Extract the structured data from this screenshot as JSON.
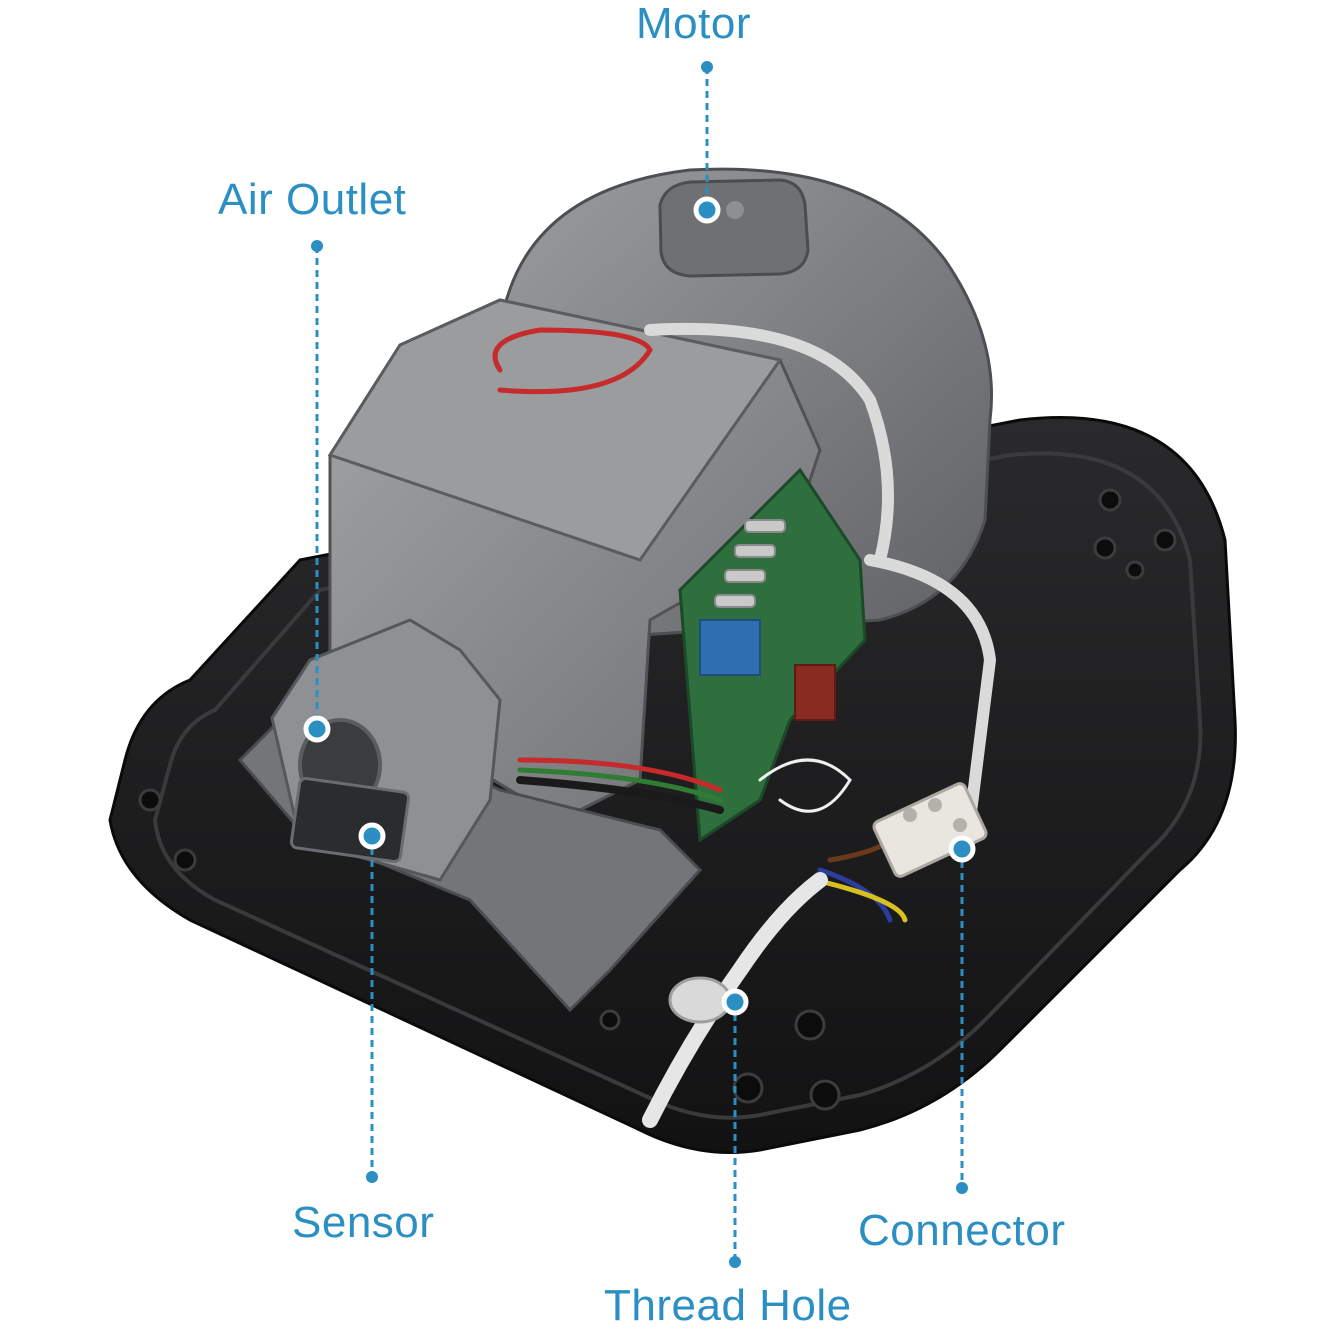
{
  "colors": {
    "label": "#2b8fc4",
    "leader_line": "#2b8fc4",
    "housing": "#8a8c8e",
    "base_plate": "#1b1b1d",
    "pcb": "#2f6f3e"
  },
  "labels": {
    "motor": "Motor",
    "air_outlet": "Air Outlet",
    "sensor": "Sensor",
    "thread_hole": "Thread Hole",
    "connector": "Connector"
  }
}
